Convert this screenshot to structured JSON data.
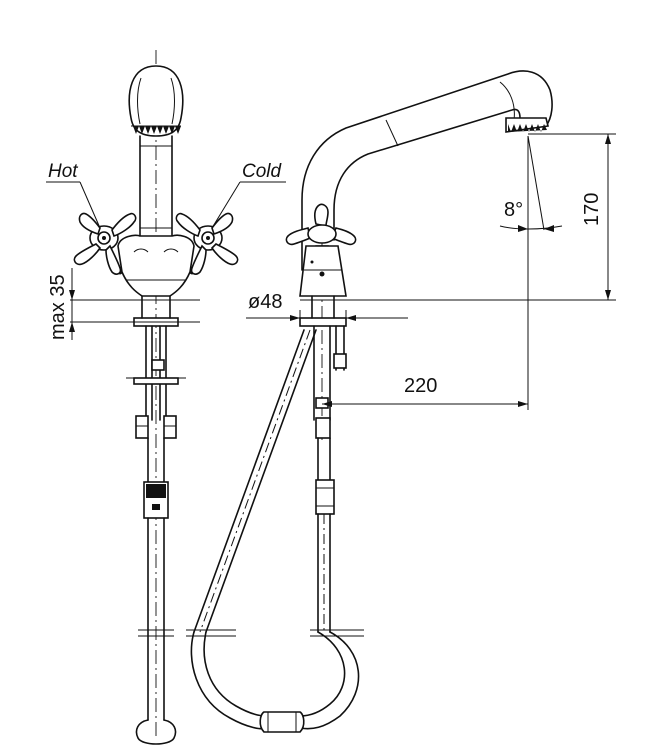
{
  "labels": {
    "hot": "Hot",
    "cold": "Cold",
    "max_height": "max 35",
    "diameter": "ø48",
    "reach": "220",
    "height": "170",
    "angle": "8°"
  }
}
